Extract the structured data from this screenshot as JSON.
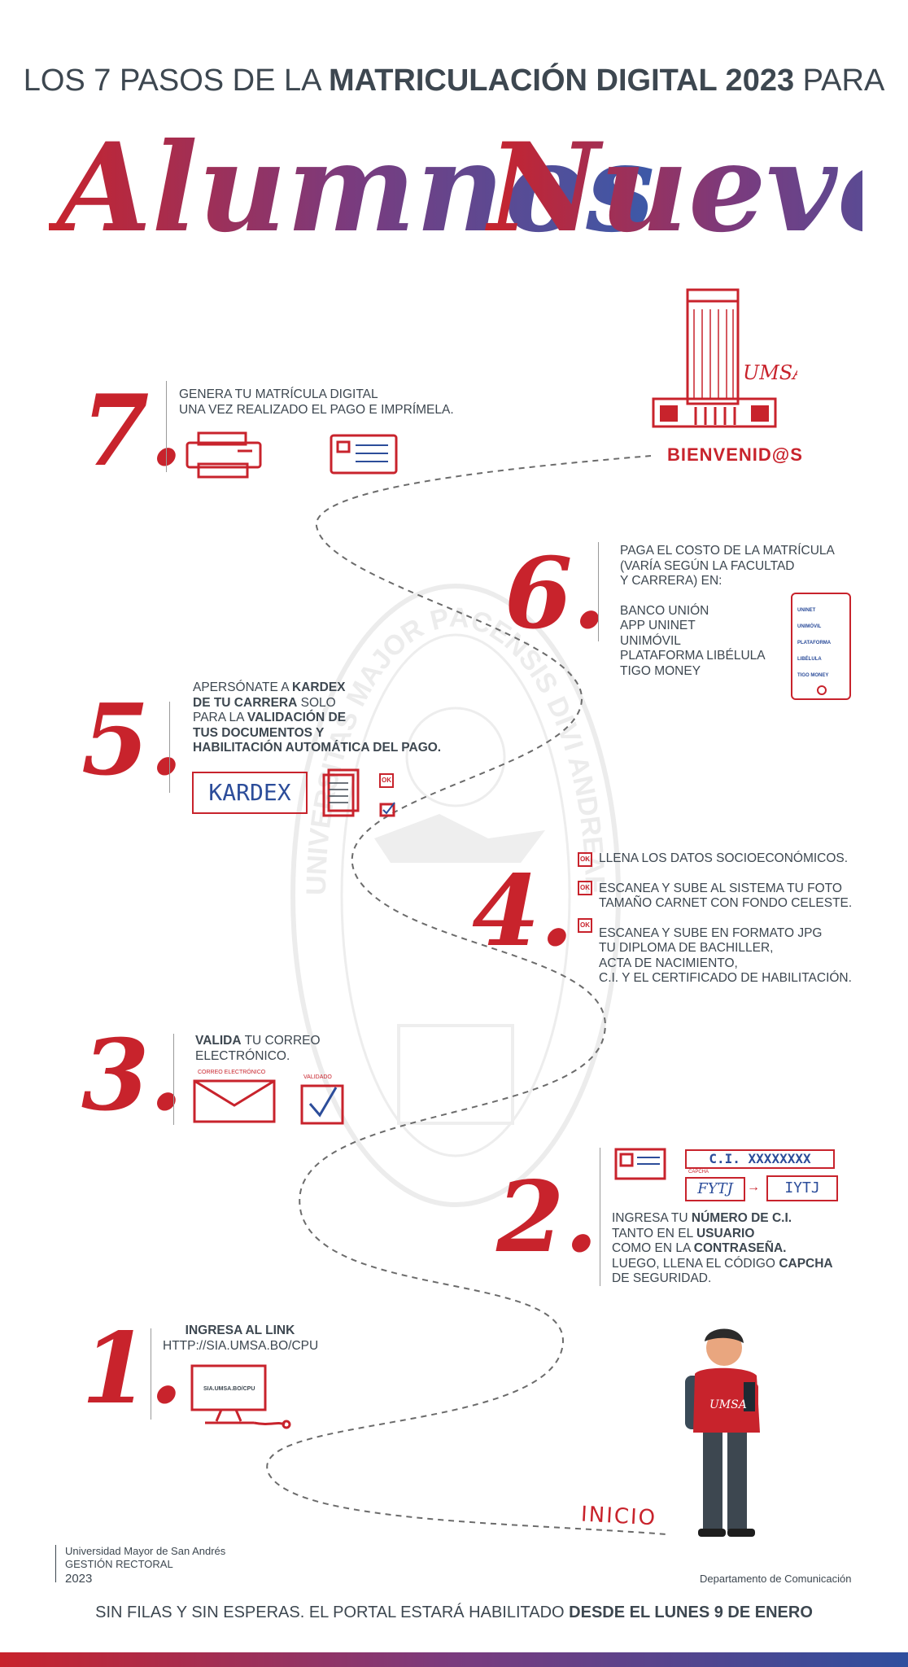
{
  "header": {
    "title_prefix": "LOS 7 PASOS DE LA ",
    "title_bold": "MATRICULACIÓN DIGITAL 2023",
    "title_suffix": " PARA",
    "script_word1": "Alumnos",
    "script_word2": "Nuevos"
  },
  "steps": {
    "s7": {
      "number": "7.",
      "line1": "GENERA TU MATRÍCULA DIGITAL",
      "line2": "UNA VEZ REALIZADO EL PAGO E IMPRÍMELA."
    },
    "s6": {
      "number": "6.",
      "line1": "PAGA EL COSTO DE LA MATRÍCULA",
      "line2": "(VARÍA SEGÚN LA FACULTAD",
      "line3": "Y CARRERA) EN:",
      "options": [
        "BANCO UNIÓN",
        "APP UNINET",
        "UNIMÓVIL",
        "PLATAFORMA LIBÉLULA",
        "TIGO MONEY"
      ],
      "phone_labels": [
        "UNINET",
        "UNIMÓVIL",
        "PLATAFORMA LIBÉLULA",
        "TIGO MONEY"
      ]
    },
    "s5": {
      "number": "5.",
      "a": "APERSÓNATE A ",
      "a_bold": "KARDEX",
      "b_bold": "DE TU CARRERA",
      "b": " SOLO",
      "c": "PARA LA ",
      "c_bold": "VALIDACIÓN DE",
      "d_bold": "TUS DOCUMENTOS Y",
      "e_bold": "HABILITACIÓN AUTOMÁTICA DEL PAGO.",
      "kardex_label": "KARDEX",
      "ok": "OK"
    },
    "s4": {
      "number": "4.",
      "item1": "LLENA LOS DATOS SOCIOECONÓMICOS.",
      "item2a": "ESCANEA Y SUBE AL SISTEMA TU FOTO",
      "item2b": "TAMAÑO CARNET CON FONDO CELESTE.",
      "item3a": "ESCANEA Y SUBE EN FORMATO JPG",
      "item3b": "TU DIPLOMA DE BACHILLER,",
      "item3c": "ACTA DE NACIMIENTO,",
      "item3d": "C.I. Y EL CERTIFICADO DE HABILITACIÓN.",
      "ok": "OK"
    },
    "s3": {
      "number": "3.",
      "bold": "VALIDA",
      "rest": " TU CORREO",
      "line2": "ELECTRÓNICO.",
      "email_caption": "CORREO ELECTRÓNICO",
      "valid_caption": "VALIDADO"
    },
    "s2": {
      "number": "2.",
      "a": "INGRESA TU ",
      "a_bold": "NÚMERO DE C.I.",
      "b": "TANTO EN EL ",
      "b_bold": "USUARIO",
      "c": "COMO EN LA ",
      "c_bold": "CONTRASEÑA.",
      "d": "LUEGO, LLENA EL CÓDIGO ",
      "d_bold": "CAPCHA",
      "e": "DE SEGURIDAD.",
      "ci_box": "C.I. XXXXXXXX",
      "captcha_caption": "CAPCHA",
      "captcha_img": "FYTJ",
      "captcha_typed": "IYTJ"
    },
    "s1": {
      "number": "1.",
      "bold": "INGRESA AL LINK",
      "link": "HTTP://SIA.UMSA.BO/CPU",
      "screen_text": "SIA.UMSA.BO/CPU"
    }
  },
  "building": {
    "label": "UMSA",
    "welcome": "BIENVENID@S"
  },
  "start": {
    "label": "INICIO"
  },
  "student_shirt": "UMSA",
  "footer": {
    "org": "Universidad Mayor de San Andrés",
    "office": "GESTIÓN RECTORAL",
    "year": "2023",
    "dept": "Departamento de Comunicación",
    "notice": "SIN FILAS Y SIN ESPERAS. EL PORTAL ESTARÁ HABILITADO ",
    "notice_bold": "DESDE EL LUNES 9 DE ENERO"
  },
  "watermark": {
    "text": "UNIVERSITAS MAJOR PACENSIS DIVI ANDREAE"
  },
  "colors": {
    "red": "#c8232c",
    "purple": "#7a3b7e",
    "blue": "#2f4f9e",
    "gray": "#3d4750"
  }
}
